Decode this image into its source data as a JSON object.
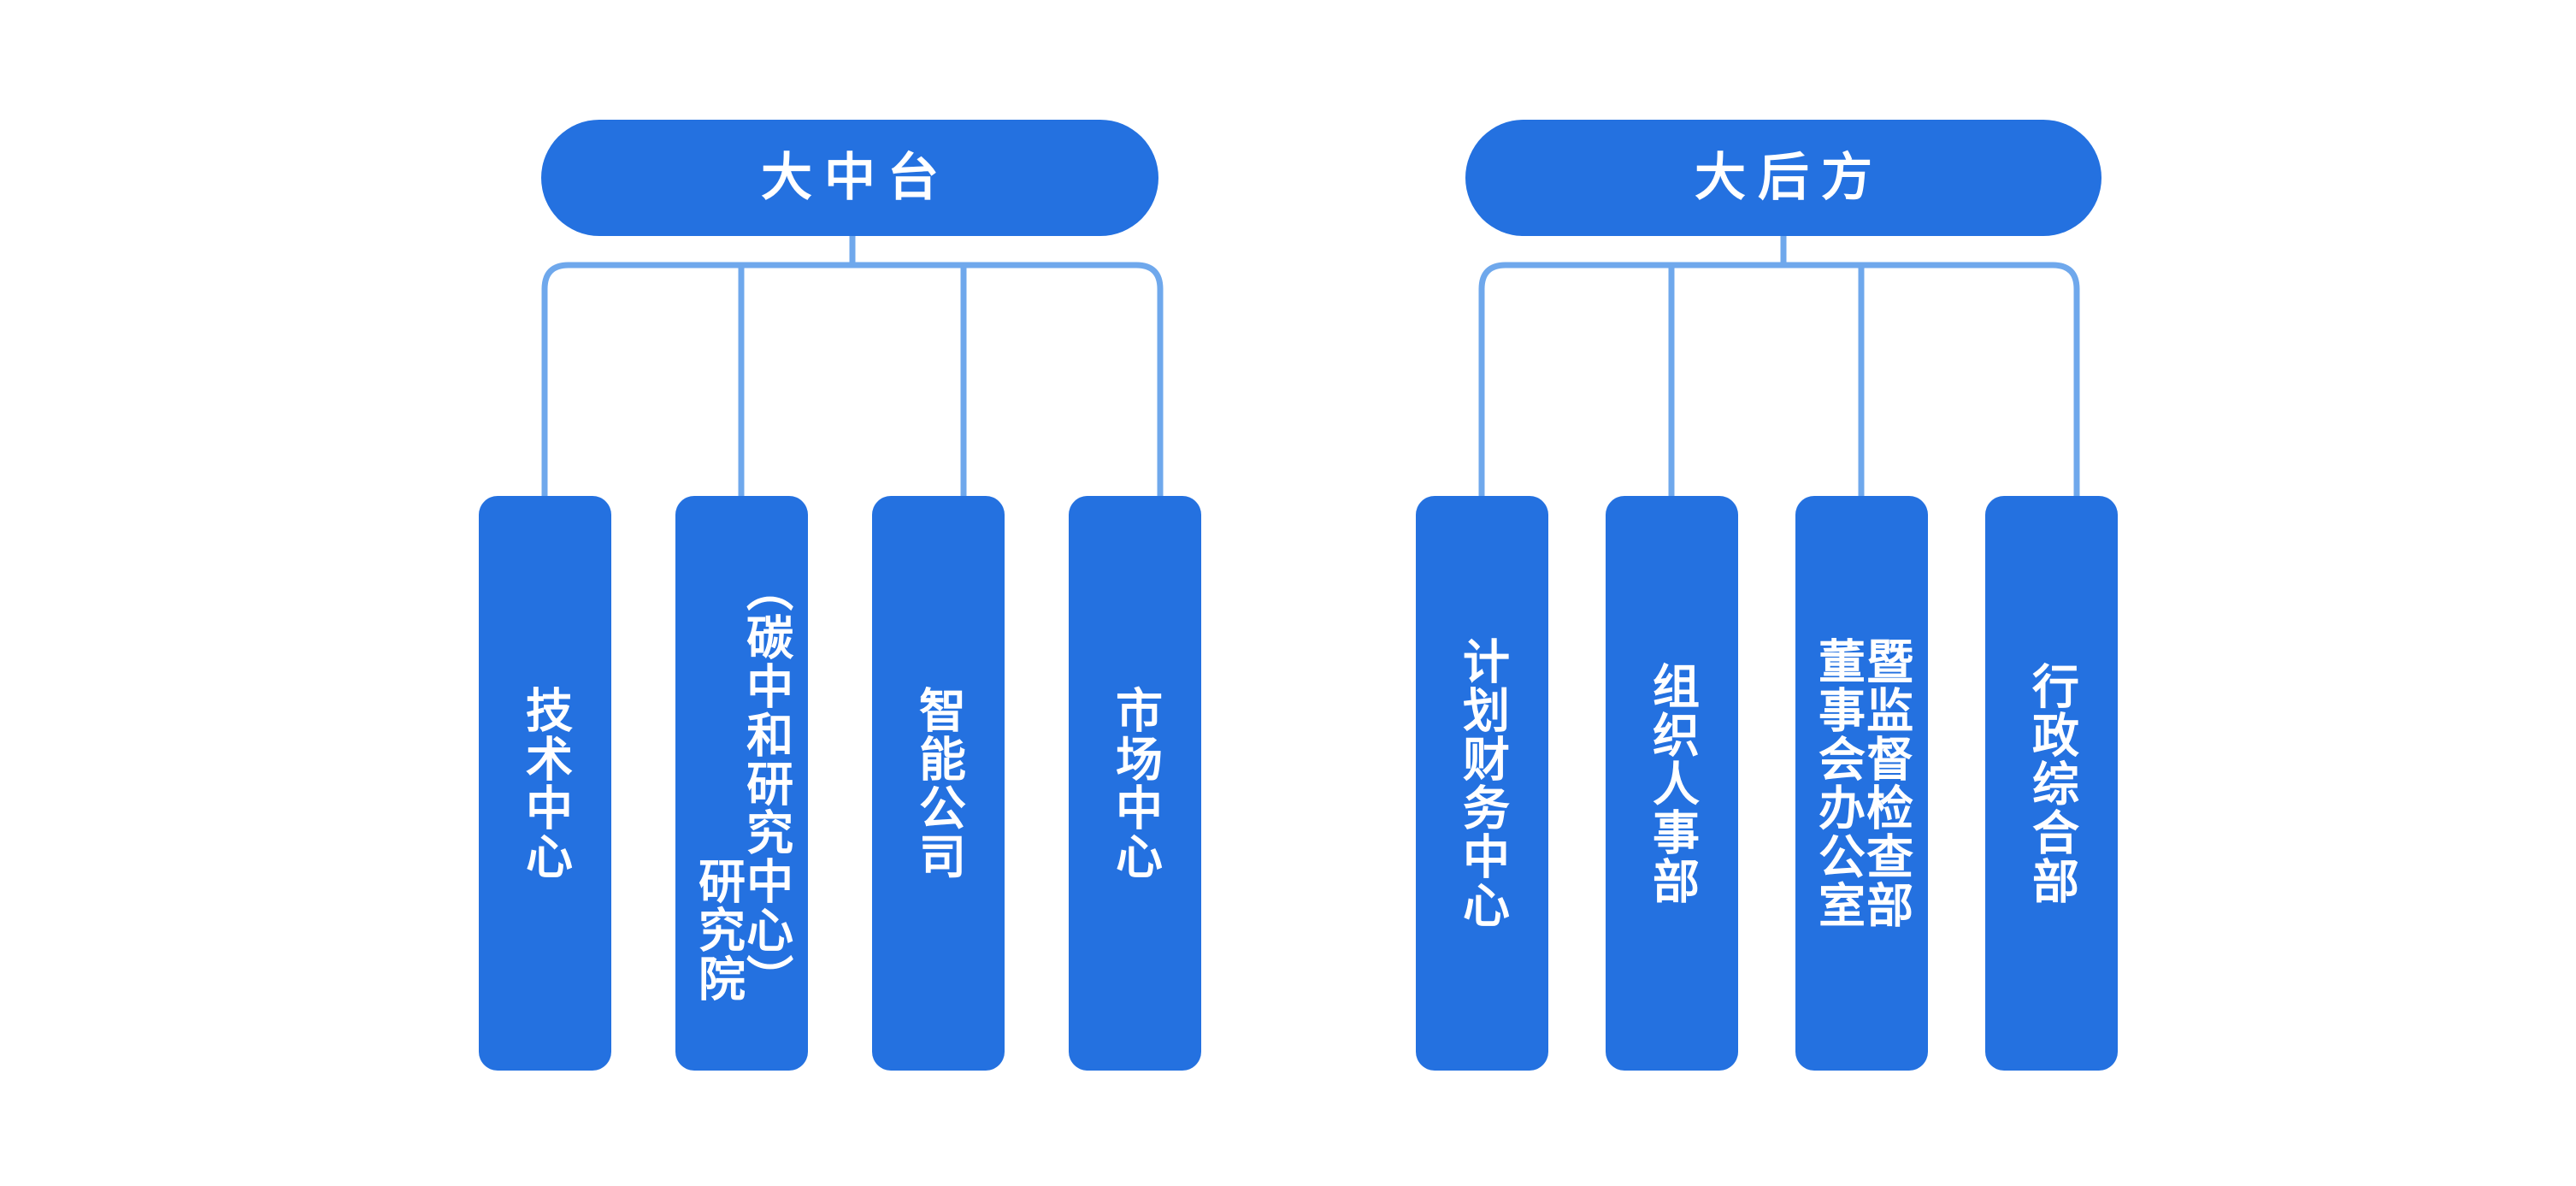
{
  "diagram": {
    "type": "org-chart",
    "background_color": "#FFFFFF",
    "box_color": "#2471E0",
    "connector_color": "#6FA8EC",
    "text_color": "#FFFFFF",
    "groups": [
      {
        "id": "mid-platform",
        "header": "大中台",
        "children": [
          {
            "id": "tech-center",
            "columns": [
              "技术中心"
            ]
          },
          {
            "id": "research-institute",
            "columns": [
              "（碳中和研究中心）",
              "研究院"
            ]
          },
          {
            "id": "intelligent-company",
            "columns": [
              "智能公司"
            ]
          },
          {
            "id": "market-center",
            "columns": [
              "市场中心"
            ]
          }
        ]
      },
      {
        "id": "back-office",
        "header": "大后方",
        "children": [
          {
            "id": "plan-finance-center",
            "columns": [
              "计划财务中心"
            ]
          },
          {
            "id": "org-personnel-dept",
            "columns": [
              "组织人事部"
            ]
          },
          {
            "id": "board-office-supervision-dept",
            "columns": [
              "暨监督检查部",
              "董事会办公室"
            ]
          },
          {
            "id": "admin-general-dept",
            "columns": [
              "行政综合部"
            ]
          }
        ]
      }
    ]
  }
}
